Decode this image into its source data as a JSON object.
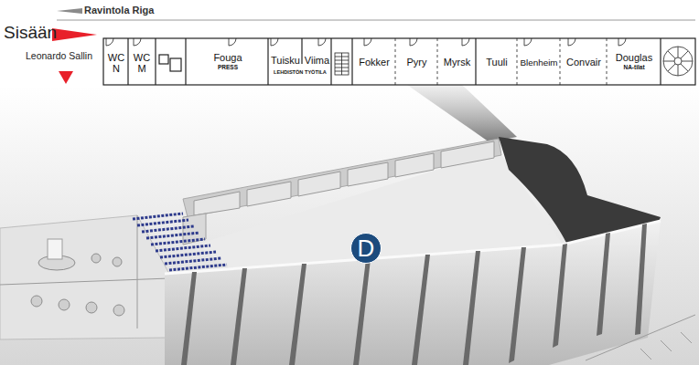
{
  "diagram": {
    "nodes": [
      {
        "text": [
          "WC N"
        ]
      },
      {
        "text": [
          "WC M"
        ]
      },
      {
        "text": [
          "Fouga",
          "PRESS"
        ]
      },
      {
        "text": [
          "Tuisku"
        ]
      },
      {
        "text": [
          "Viima"
        ]
      },
      {
        "text": [
          "Fokker"
        ]
      },
      {
        "text": [
          "Pyry"
        ]
      },
      {
        "text": [
          "Myrsk"
        ]
      },
      {
        "text": [
          "Tuuli"
        ]
      },
      {
        "text": [
          "Blenheim"
        ]
      },
      {
        "text": [
          "Convair"
        ]
      },
      {
        "text": [
          "Douglas",
          "NA-tilat"
        ]
      },
      {
        "text": [
          "D"
        ]
      }
    ],
    "labels": [
      "Ravintola Riga",
      "Sisään",
      "Leonardo Sallin",
      "LEHDISTÖN TYÖTILA"
    ]
  }
}
